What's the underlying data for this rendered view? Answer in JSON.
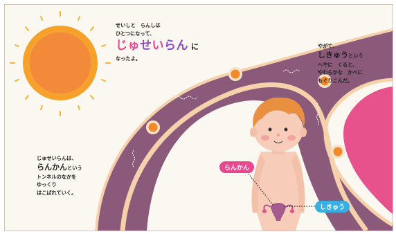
{
  "texts": {
    "para1_line1": "せいしと　らんしは",
    "para1_line2": "ひとつになって、",
    "para1_keyword": "じゅせいらん",
    "para1_suffix": "に",
    "para1_line4": "なったよ。",
    "para2_line1": "じゅせいらんは、",
    "para2_keyword": "らんかん",
    "para2_suffix": "という",
    "para2_line3": "トンネルのなかを",
    "para2_line4": "ゆっくり",
    "para2_line5": "はこばれていく。",
    "para3_line1": "やがて、",
    "para3_keyword": "しきゅう",
    "para3_suffix": "という",
    "para3_line3": "へやに　くると、",
    "para3_line4": "やわらかな　かべに",
    "para3_line5": "もぐりこんだ。"
  },
  "labels": {
    "rankan": "らんかん",
    "shikyu": "しきゅう"
  },
  "colors": {
    "tube": "#8b5a7a",
    "tube_lining": "#f5d2ac",
    "sun_outer": "#f6a12a",
    "sun_inner": "#f28a3a",
    "skin": "#f7cdb9",
    "hair": "#e89040",
    "tag_pink": "#e8468e",
    "tag_blue": "#3aaee0"
  }
}
